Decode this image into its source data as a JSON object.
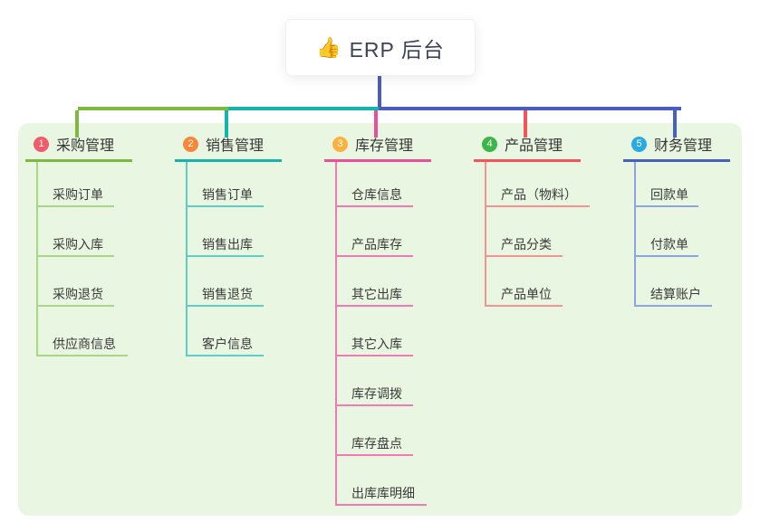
{
  "root": {
    "icon": "👍",
    "label": "ERP 后台"
  },
  "panel_color": "#e9f6e1",
  "connector": {
    "stem_color": "#4a5cc4",
    "rail_colors": [
      "#7cb93e",
      "#14b3ab",
      "#4a5cc4"
    ]
  },
  "branches": [
    {
      "num": "1",
      "label": "采购管理",
      "badge_color": "#f15b6c",
      "line_color": "#7cb93e",
      "child_line_color": "#a9d587",
      "children": [
        "采购订单",
        "采购入库",
        "采购退货",
        "供应商信息"
      ]
    },
    {
      "num": "2",
      "label": "销售管理",
      "badge_color": "#f8863b",
      "line_color": "#14b3ab",
      "child_line_color": "#5fccc5",
      "children": [
        "销售订单",
        "销售出库",
        "销售退货",
        "客户信息"
      ]
    },
    {
      "num": "3",
      "label": "库存管理",
      "badge_color": "#fbb040",
      "line_color": "#ea4f9b",
      "child_line_color": "#f07ab3",
      "children": [
        "仓库信息",
        "产品库存",
        "其它出库",
        "其它入库",
        "库存调拨",
        "库存盘点",
        "出库库明细"
      ]
    },
    {
      "num": "4",
      "label": "产品管理",
      "badge_color": "#3cb54a",
      "line_color": "#f4535a",
      "child_line_color": "#f59292",
      "children": [
        "产品（物料）",
        "产品分类",
        "产品单位"
      ]
    },
    {
      "num": "5",
      "label": "财务管理",
      "badge_color": "#29abe2",
      "line_color": "#4560be",
      "child_line_color": "#8ea6de",
      "children": [
        "回款单",
        "付款单",
        "结算账户"
      ]
    }
  ]
}
